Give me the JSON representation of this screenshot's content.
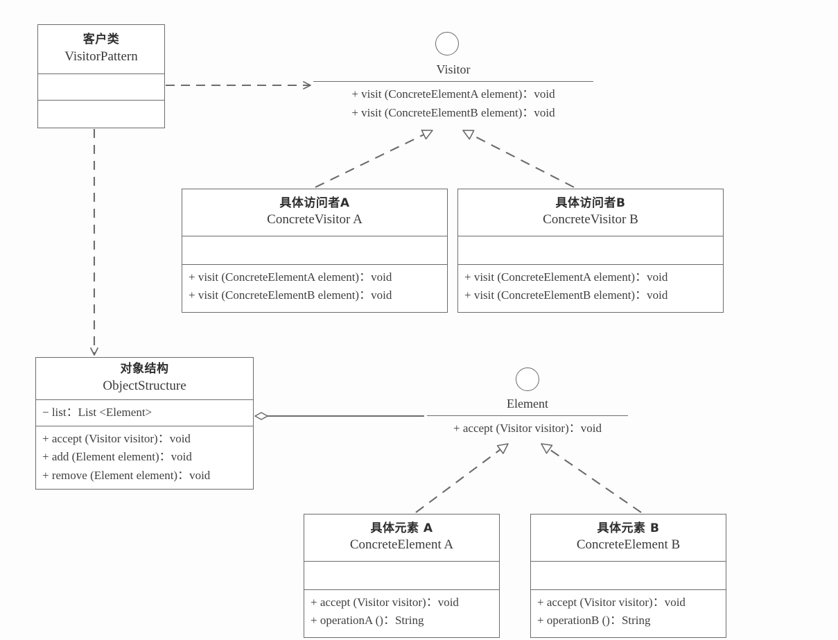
{
  "diagram": {
    "title": "Visitor Pattern UML Class Diagram",
    "stroke_color": "#6b6b6b",
    "text_color": "#3a3a3a",
    "background_color": "#fdfdfd"
  },
  "classes": {
    "client": {
      "cn_name": "客户类",
      "en_name": "VisitorPattern",
      "attributes": [],
      "operations": []
    },
    "concrete_visitor_a": {
      "cn_name": "具体访问者A",
      "en_name": "ConcreteVisitor A",
      "attributes": [],
      "operations": [
        "+ visit (ConcreteElementA element)：void",
        "+ visit (ConcreteElementB element)：void"
      ]
    },
    "concrete_visitor_b": {
      "cn_name": "具体访问者B",
      "en_name": "ConcreteVisitor B",
      "attributes": [],
      "operations": [
        "+ visit (ConcreteElementA element)：void",
        "+ visit (ConcreteElementB element)：void"
      ]
    },
    "object_structure": {
      "cn_name": "对象结构",
      "en_name": "ObjectStructure",
      "attributes": [
        "− list：List <Element>"
      ],
      "operations": [
        "+ accept (Visitor visitor)：void",
        "+ add (Element element)：void",
        "+ remove (Element element)：void"
      ]
    },
    "concrete_element_a": {
      "cn_name": "具体元素 A",
      "en_name": "ConcreteElement A",
      "attributes": [],
      "operations": [
        "+ accept (Visitor visitor)：void",
        "+ operationA ()：String"
      ]
    },
    "concrete_element_b": {
      "cn_name": "具体元素 B",
      "en_name": "ConcreteElement B",
      "attributes": [],
      "operations": [
        "+ accept (Visitor visitor)：void",
        "+ operationB ()：String"
      ]
    }
  },
  "interfaces": {
    "visitor": {
      "name": "Visitor",
      "operations": [
        "+ visit (ConcreteElementA element)：void",
        "+ visit (ConcreteElementB element)：void"
      ]
    },
    "element": {
      "name": "Element",
      "operations": [
        "+ accept (Visitor visitor)：void"
      ]
    }
  },
  "relationships": [
    {
      "id": "client-uses-visitor",
      "type": "dependency",
      "from": "VisitorPattern",
      "to": "Visitor",
      "line": "dashed",
      "arrowhead": "open"
    },
    {
      "id": "client-uses-objectstructure",
      "type": "dependency",
      "from": "VisitorPattern",
      "to": "ObjectStructure",
      "line": "dashed",
      "arrowhead": "open"
    },
    {
      "id": "cva-realizes-visitor",
      "type": "realization",
      "from": "ConcreteVisitor A",
      "to": "Visitor",
      "line": "dashed",
      "arrowhead": "hollow-triangle"
    },
    {
      "id": "cvb-realizes-visitor",
      "type": "realization",
      "from": "ConcreteVisitor B",
      "to": "Visitor",
      "line": "dashed",
      "arrowhead": "hollow-triangle"
    },
    {
      "id": "objectstructure-aggregates-element",
      "type": "aggregation",
      "from": "ObjectStructure",
      "to": "Element",
      "line": "solid",
      "arrowhead": "hollow-diamond"
    },
    {
      "id": "cea-realizes-element",
      "type": "realization",
      "from": "ConcreteElement A",
      "to": "Element",
      "line": "dashed",
      "arrowhead": "hollow-triangle"
    },
    {
      "id": "ceb-realizes-element",
      "type": "realization",
      "from": "ConcreteElement B",
      "to": "Element",
      "line": "dashed",
      "arrowhead": "hollow-triangle"
    }
  ]
}
